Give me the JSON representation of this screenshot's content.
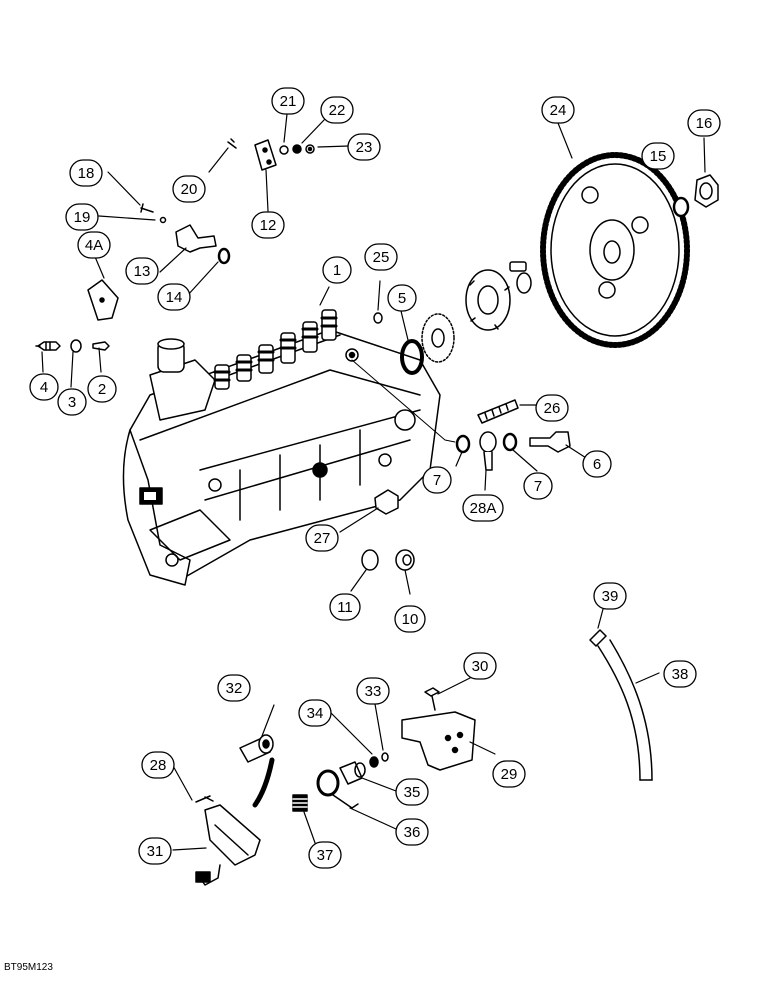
{
  "reference_code": "BT95M123",
  "callouts": [
    "1",
    "2",
    "3",
    "4",
    "4A",
    "5",
    "6",
    "7",
    "7",
    "10",
    "11",
    "12",
    "13",
    "14",
    "15",
    "16",
    "18",
    "19",
    "20",
    "21",
    "22",
    "23",
    "24",
    "25",
    "26",
    "27",
    "28",
    "28A",
    "29",
    "30",
    "31",
    "32",
    "33",
    "34",
    "35",
    "36",
    "37",
    "38",
    "39"
  ],
  "colors": {
    "ink": "#000000",
    "paper": "#ffffff"
  }
}
